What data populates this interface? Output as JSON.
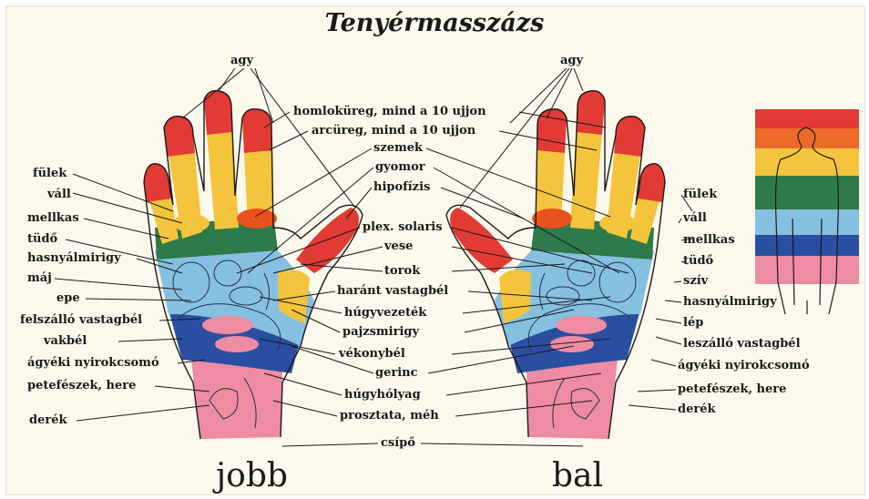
{
  "title": "Tenyérmasszázs",
  "hands": {
    "right": "jobb",
    "left": "bal"
  },
  "right_labels": [
    "fülek",
    "váll",
    "mellkas",
    "tüdő",
    "hasnyálmirigy",
    "máj",
    "epe",
    "felszálló vastagbél",
    "vakbél",
    "ágyéki nyirokcsomó",
    "petefészek, here",
    "derék"
  ],
  "center_labels": [
    "agy",
    "homloküreg, mind a 10 ujjon",
    "arcüreg, mind a 10 ujjon",
    "szemek",
    "gyomor",
    "hipofízis",
    "plex. solaris",
    "vese",
    "torok",
    "haránt vastagbél",
    "húgyvezeték",
    "pajzsmirigy",
    "vékonybél",
    "gerinc",
    "húgyhólyag",
    "prosztata, méh",
    "csípő"
  ],
  "left_top_label": "agy",
  "left_labels": [
    "fülek",
    "váll",
    "mellkas",
    "tüdő",
    "szív",
    "hasnyálmirigy",
    "lép",
    "leszálló vastagbél",
    "ágyéki nyirokcsomó",
    "petefészek, here",
    "derék"
  ],
  "colors": {
    "red": "#e23a34",
    "orange": "#ee7a2a",
    "yellow": "#f3c43c",
    "green": "#2e7a4a",
    "light_blue": "#86c0e0",
    "dark_blue": "#2a4fa0",
    "pink": "#ee8ca2"
  }
}
